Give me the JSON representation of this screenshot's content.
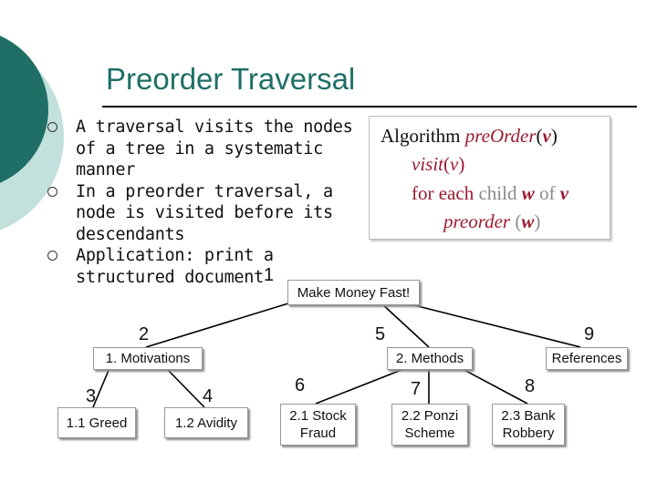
{
  "slide": {
    "title": "Preorder Traversal",
    "bullets": [
      "A traversal visits the nodes of a tree in a systematic manner",
      "In a preorder traversal, a node is visited before its descendants",
      "Application: print a structured document"
    ],
    "colors": {
      "title": "#1f6f66",
      "deco_dark": "#1f6f66",
      "deco_light": "#b9dcd6",
      "algo_maroon": "#9c1a30",
      "algo_gray": "#8a8a8a"
    }
  },
  "algorithm": {
    "line1_prefix": "Algorithm ",
    "line1_fn": "preOrder",
    "line1_open": "(",
    "line1_arg": "v",
    "line1_close": ")",
    "line2_fn": "visit",
    "line2_open": "(",
    "line2_arg": "v",
    "line2_close": ")",
    "line3_for": "for each ",
    "line3_child": "child ",
    "line3_w": "w",
    "line3_of": " of ",
    "line3_v": "v",
    "line4_fn": "preorder",
    "line4_open": " (",
    "line4_arg": "w",
    "line4_close": ")"
  },
  "tree": {
    "nodes": {
      "root": "Make Money Fast!",
      "motivations": "1. Motivations",
      "methods": "2. Methods",
      "references": "References",
      "greed": "1.1 Greed",
      "avidity": "1.2 Avidity",
      "stock_fraud": "2.1 Stock Fraud",
      "ponzi": "2.2 Ponzi Scheme",
      "bank": "2.3 Bank Robbery"
    },
    "visit_order": {
      "root": "1",
      "motivations": "2",
      "greed": "3",
      "avidity": "4",
      "methods": "5",
      "stock_fraud": "6",
      "ponzi": "7",
      "bank": "8",
      "references": "9"
    }
  }
}
